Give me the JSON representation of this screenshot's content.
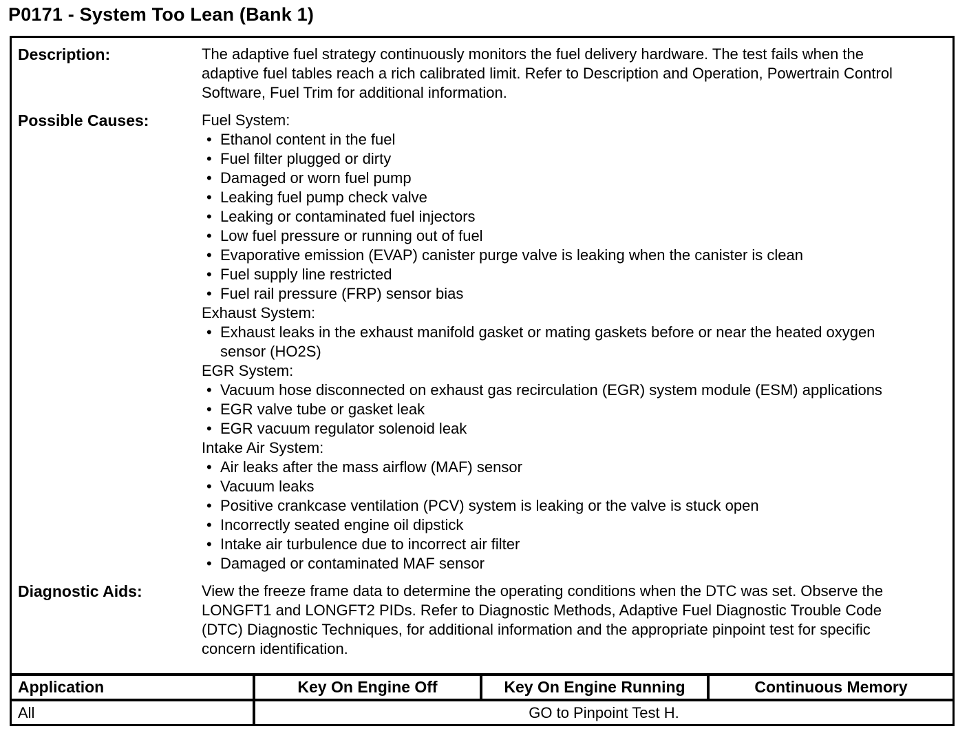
{
  "title": "P0171 - System Too Lean (Bank 1)",
  "sections": {
    "description": {
      "label": "Description:",
      "text": "The adaptive fuel strategy continuously monitors the fuel delivery hardware. The test fails when the adaptive fuel tables reach a rich calibrated limit. Refer to Description and Operation, Powertrain Control Software, Fuel Trim for additional information."
    },
    "possible_causes": {
      "label": "Possible Causes:",
      "groups": [
        {
          "heading": "Fuel System:",
          "items": [
            "Ethanol content in the fuel",
            "Fuel filter plugged or dirty",
            "Damaged or worn fuel pump",
            "Leaking fuel pump check valve",
            "Leaking or contaminated fuel injectors",
            "Low fuel pressure or running out of fuel",
            "Evaporative emission (EVAP) canister purge valve is leaking when the canister is clean",
            "Fuel supply line restricted",
            "Fuel rail pressure (FRP) sensor bias"
          ]
        },
        {
          "heading": "Exhaust System:",
          "items": [
            "Exhaust leaks in the exhaust manifold gasket or mating gaskets before or near the heated oxygen sensor (HO2S)"
          ]
        },
        {
          "heading": "EGR System:",
          "items": [
            "Vacuum hose disconnected on exhaust gas recirculation (EGR) system module (ESM) applications",
            "EGR valve tube or gasket leak",
            "EGR vacuum regulator solenoid leak"
          ]
        },
        {
          "heading": "Intake Air System:",
          "items": [
            "Air leaks after the mass airflow (MAF) sensor",
            "Vacuum leaks",
            "Positive crankcase ventilation (PCV) system is leaking or the valve is stuck open",
            "Incorrectly seated engine oil dipstick",
            "Intake air turbulence due to incorrect air filter",
            "Damaged or contaminated MAF sensor"
          ]
        }
      ]
    },
    "diagnostic_aids": {
      "label": "Diagnostic Aids:",
      "text": "View the freeze frame data to determine the operating conditions when the DTC was set. Observe the LONGFT1 and LONGFT2 PIDs. Refer to Diagnostic Methods, Adaptive Fuel Diagnostic Trouble Code (DTC) Diagnostic Techniques, for additional information and the appropriate pinpoint test for specific concern identification."
    }
  },
  "application_table": {
    "headers": [
      "Application",
      "Key On Engine Off",
      "Key On Engine Running",
      "Continuous Memory"
    ],
    "row": {
      "application": "All",
      "action": "GO to Pinpoint Test H."
    }
  }
}
